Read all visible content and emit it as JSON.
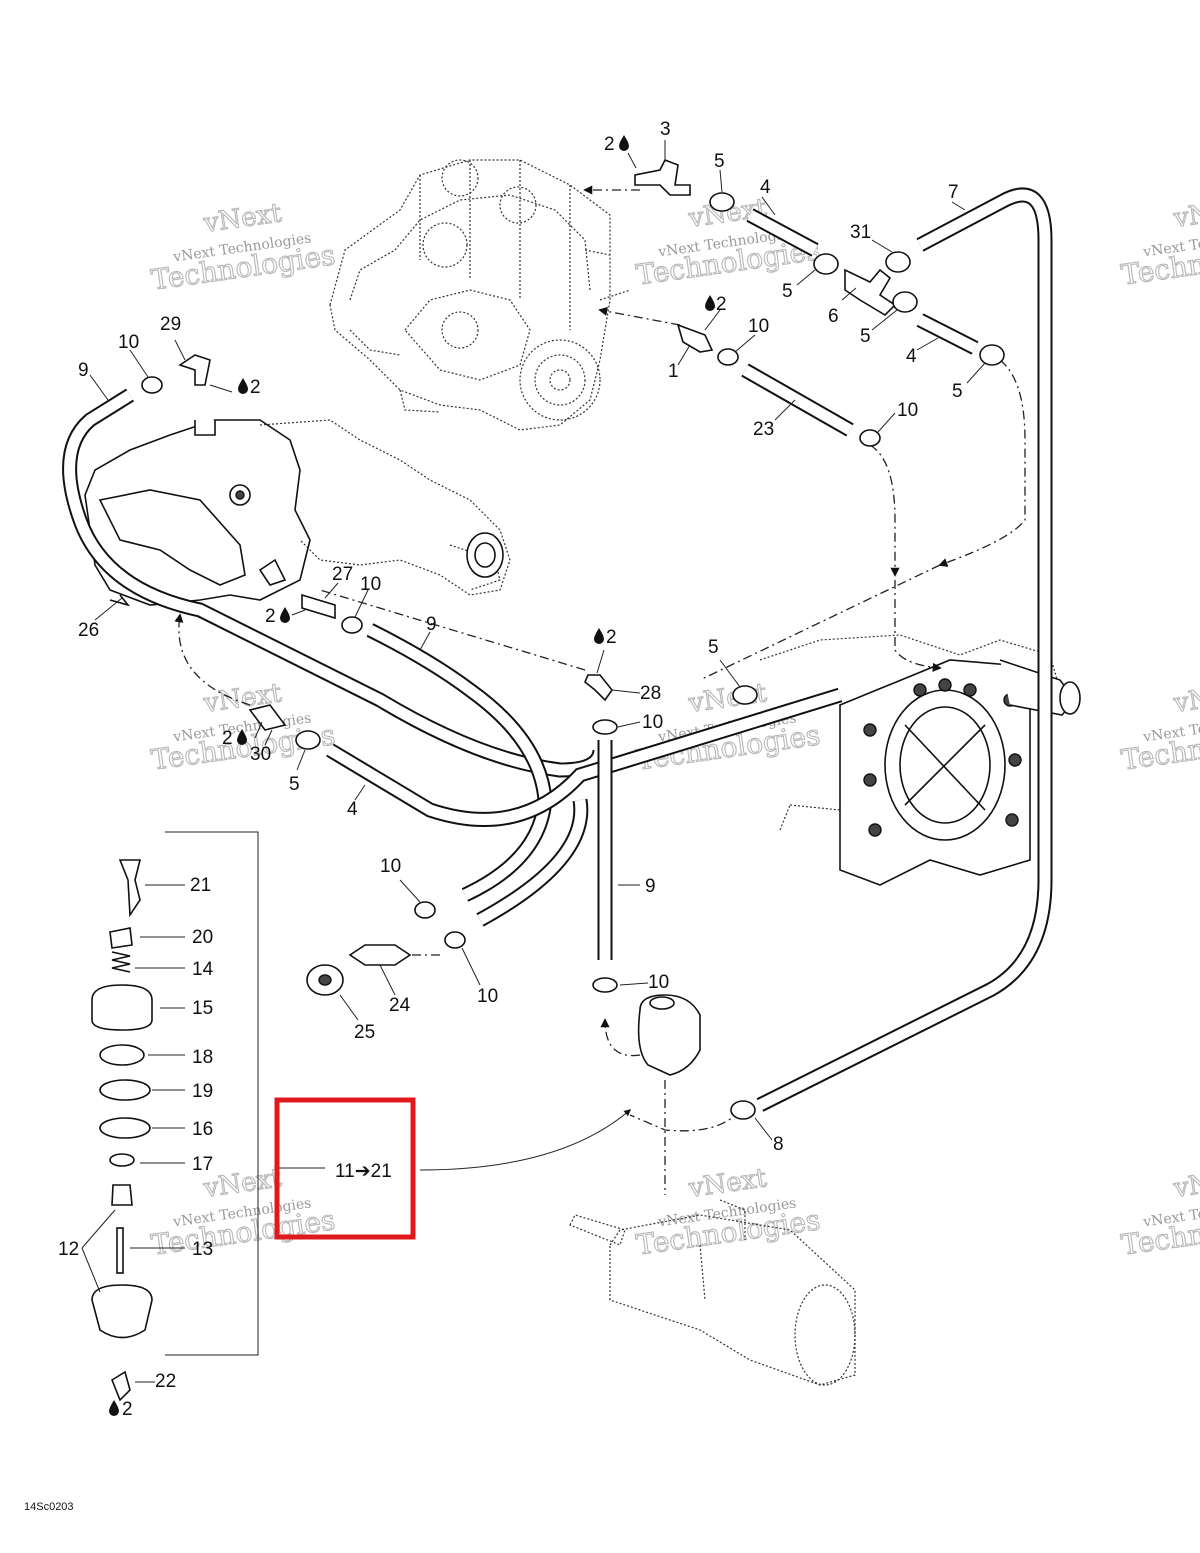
{
  "diagram": {
    "code": "14Sc0203",
    "watermark": {
      "line1": "vNext",
      "line2": "vNext Technologies",
      "line3": "Technologies"
    },
    "highlight": {
      "label": "11➔21",
      "color": "#e0191c"
    },
    "callouts": [
      {
        "id": "c3",
        "text": "3"
      },
      {
        "id": "c2a",
        "text": "2"
      },
      {
        "id": "c5a",
        "text": "5"
      },
      {
        "id": "c4a",
        "text": "4"
      },
      {
        "id": "c7",
        "text": "7"
      },
      {
        "id": "c31",
        "text": "31"
      },
      {
        "id": "c5b",
        "text": "5"
      },
      {
        "id": "c6",
        "text": "6"
      },
      {
        "id": "c5c",
        "text": "5"
      },
      {
        "id": "c4b",
        "text": "4"
      },
      {
        "id": "c5d",
        "text": "5"
      },
      {
        "id": "c2b",
        "text": "2"
      },
      {
        "id": "c10a",
        "text": "10"
      },
      {
        "id": "c1",
        "text": "1"
      },
      {
        "id": "c23",
        "text": "23"
      },
      {
        "id": "c10b",
        "text": "10"
      },
      {
        "id": "c29",
        "text": "29"
      },
      {
        "id": "c10c",
        "text": "10"
      },
      {
        "id": "c9a",
        "text": "9"
      },
      {
        "id": "c2c",
        "text": "2"
      },
      {
        "id": "c26",
        "text": "26"
      },
      {
        "id": "c27",
        "text": "27"
      },
      {
        "id": "c10d",
        "text": "10"
      },
      {
        "id": "c2d",
        "text": "2"
      },
      {
        "id": "c9b",
        "text": "9"
      },
      {
        "id": "c2e",
        "text": "2"
      },
      {
        "id": "c28",
        "text": "28"
      },
      {
        "id": "c10e",
        "text": "10"
      },
      {
        "id": "c5e",
        "text": "5"
      },
      {
        "id": "c2f",
        "text": "2"
      },
      {
        "id": "c30",
        "text": "30"
      },
      {
        "id": "c5f",
        "text": "5"
      },
      {
        "id": "c4c",
        "text": "4"
      },
      {
        "id": "c21",
        "text": "21"
      },
      {
        "id": "c20",
        "text": "20"
      },
      {
        "id": "c14",
        "text": "14"
      },
      {
        "id": "c15",
        "text": "15"
      },
      {
        "id": "c18",
        "text": "18"
      },
      {
        "id": "c19",
        "text": "19"
      },
      {
        "id": "c16",
        "text": "16"
      },
      {
        "id": "c17",
        "text": "17"
      },
      {
        "id": "c12",
        "text": "12"
      },
      {
        "id": "c13",
        "text": "13"
      },
      {
        "id": "c22",
        "text": "22"
      },
      {
        "id": "c2g",
        "text": "2"
      },
      {
        "id": "c10f",
        "text": "10"
      },
      {
        "id": "c10g",
        "text": "10"
      },
      {
        "id": "c24",
        "text": "24"
      },
      {
        "id": "c25",
        "text": "25"
      },
      {
        "id": "c9c",
        "text": "9"
      },
      {
        "id": "c10h",
        "text": "10"
      },
      {
        "id": "c8",
        "text": "8"
      }
    ]
  }
}
